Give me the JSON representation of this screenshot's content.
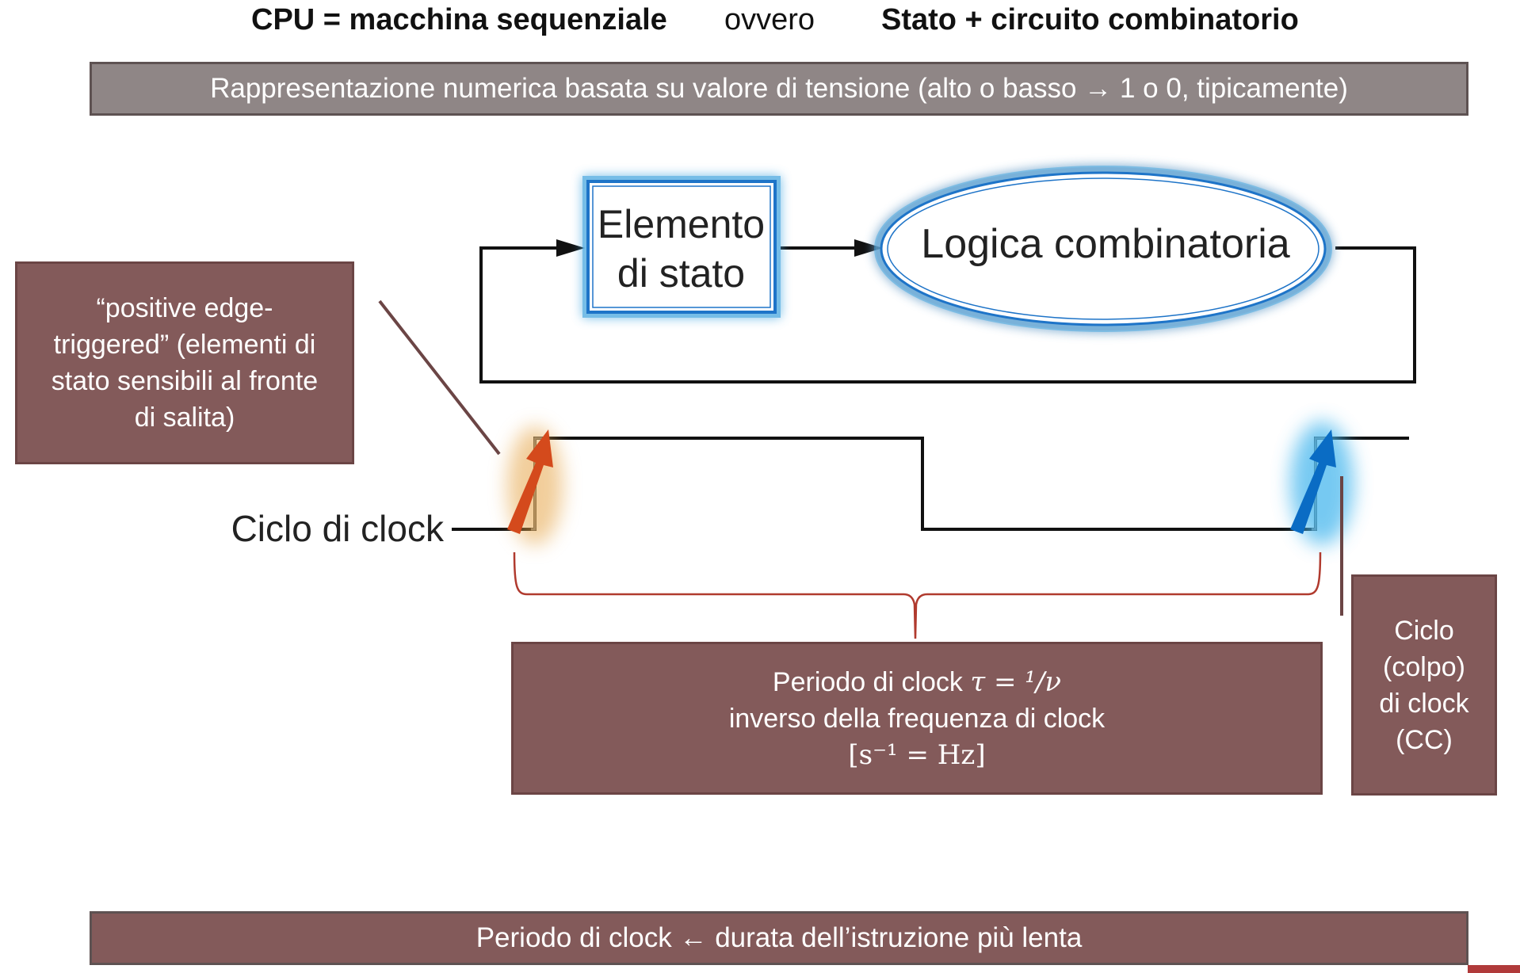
{
  "title": {
    "left": "CPU = macchina sequenziale",
    "middle": "ovvero",
    "right": "Stato + circuito combinatorio"
  },
  "top_banner": "Rappresentazione numerica basata su valore di tensione (alto o basso → 1 o 0, tipicamente)",
  "diagram": {
    "state_element": [
      "Elemento",
      "di stato"
    ],
    "combinational_logic": "Logica combinatoria",
    "clock_label": "Ciclo di clock"
  },
  "callouts": {
    "edge": [
      "“positive edge-",
      "triggered” (elementi di",
      "stato sensibili al fronte",
      "di salita)"
    ],
    "period": {
      "line1_text": "Periodo di clock",
      "line1_math": "τ = ¹/ν",
      "line2": "inverso della frequenza di clock",
      "line3": "[s⁻¹ = Hz]"
    },
    "clock_cycle": [
      "Ciclo",
      "(colpo)",
      "di clock",
      "(CC)"
    ]
  },
  "bottom_banner": "Periodo di clock ← durata dell’istruzione più lenta",
  "colors": {
    "callout_fill": "#835a5a",
    "top_banner_fill": "#8f8686",
    "rising_edge_arrow_1": "#d44a1c",
    "rising_edge_arrow_2": "#0a6cc4",
    "glow_blue": "#4aa8e0",
    "brace": "#b03a2e"
  }
}
